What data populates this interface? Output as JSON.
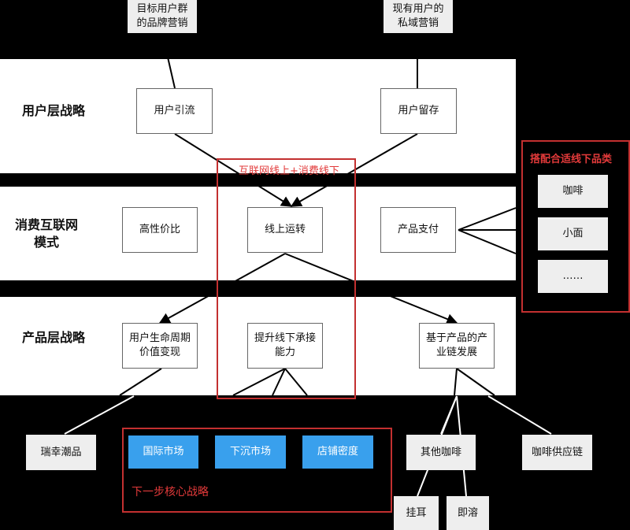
{
  "bands": [
    {
      "label": "用户层战略"
    },
    {
      "label": "消费互联网模式"
    },
    {
      "label": "产品层战略"
    }
  ],
  "top_nodes": {
    "brand_marketing": "目标用户群的品牌营销",
    "private_domain": "现有用户的私域营销"
  },
  "user_layer": {
    "acquisition": "用户引流",
    "retention": "用户留存"
  },
  "consumer_layer": {
    "value": "高性价比",
    "online_ops": "线上运转",
    "payment": "产品支付"
  },
  "product_layer": {
    "lifecycle": "用户生命周期价值变现",
    "offline": "提升线下承接能力",
    "industry": "基于产品的产业链发展"
  },
  "center_frame": {
    "label": "互联网线上+消费线下"
  },
  "offline_frame": {
    "label": "搭配合适线下品类",
    "items": [
      "咖啡",
      "小面",
      "……"
    ]
  },
  "bottom_nodes": {
    "trend": "瑞幸潮品",
    "other_coffee": "其他咖啡",
    "supply_chain": "咖啡供应链",
    "ear_hang": "挂耳",
    "instant": "即溶"
  },
  "next_strategy": {
    "label": "下一步核心战略",
    "items": [
      "国际市场",
      "下沉市场",
      "店铺密度"
    ]
  },
  "colors": {
    "background": "#000000",
    "band": "#ffffff",
    "accent_red": "#c33030",
    "strategy_blue": "#39a0ed"
  }
}
